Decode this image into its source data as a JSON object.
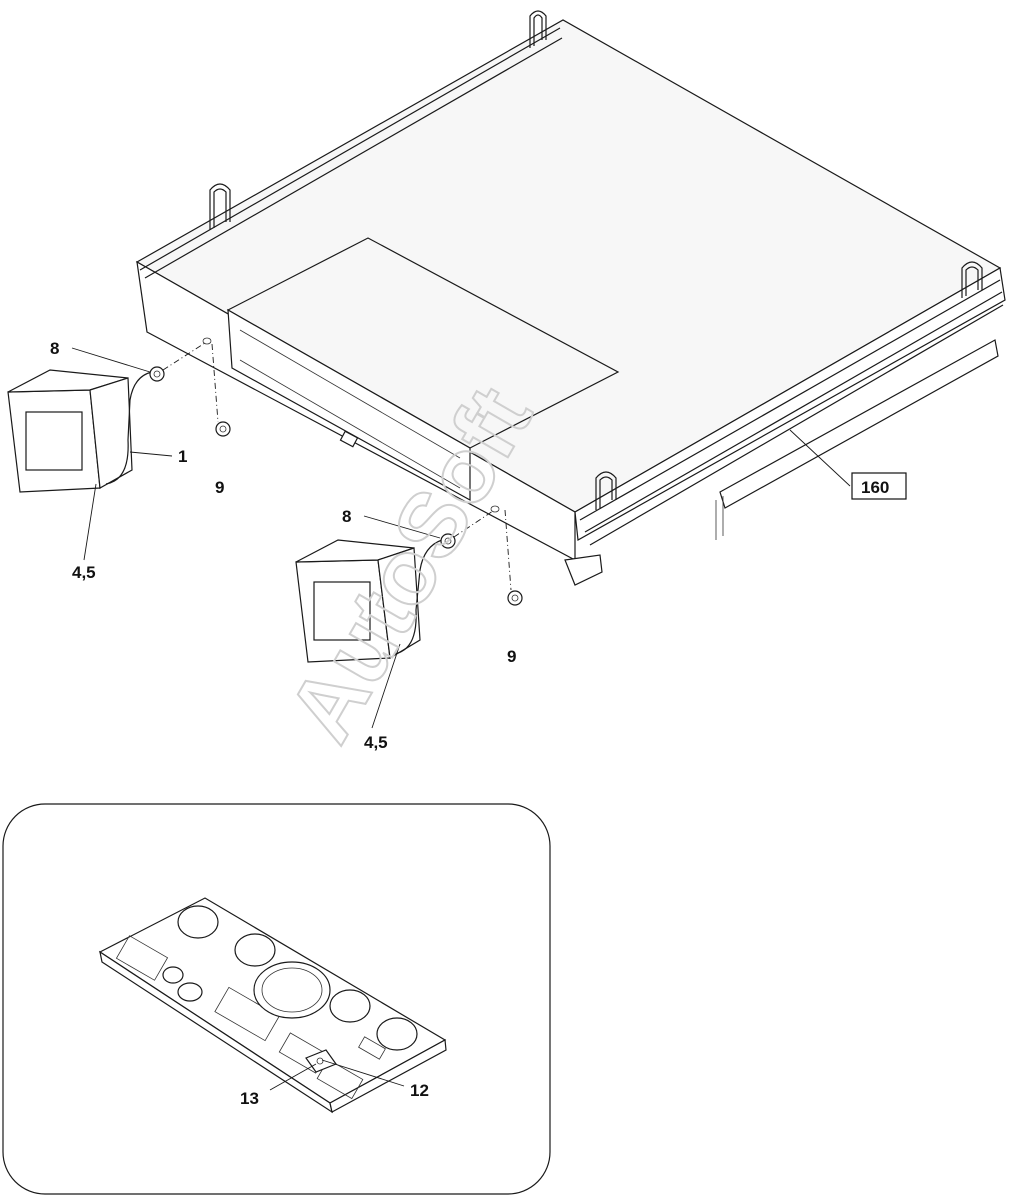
{
  "watermark": "AutoSoft",
  "callouts": {
    "c8a": "8",
    "c1": "1",
    "c9a": "9",
    "c45a": "4,5",
    "c8b": "8",
    "c9b": "9",
    "c45b": "4,5",
    "c160": "160",
    "c13": "13",
    "c12": "12"
  }
}
